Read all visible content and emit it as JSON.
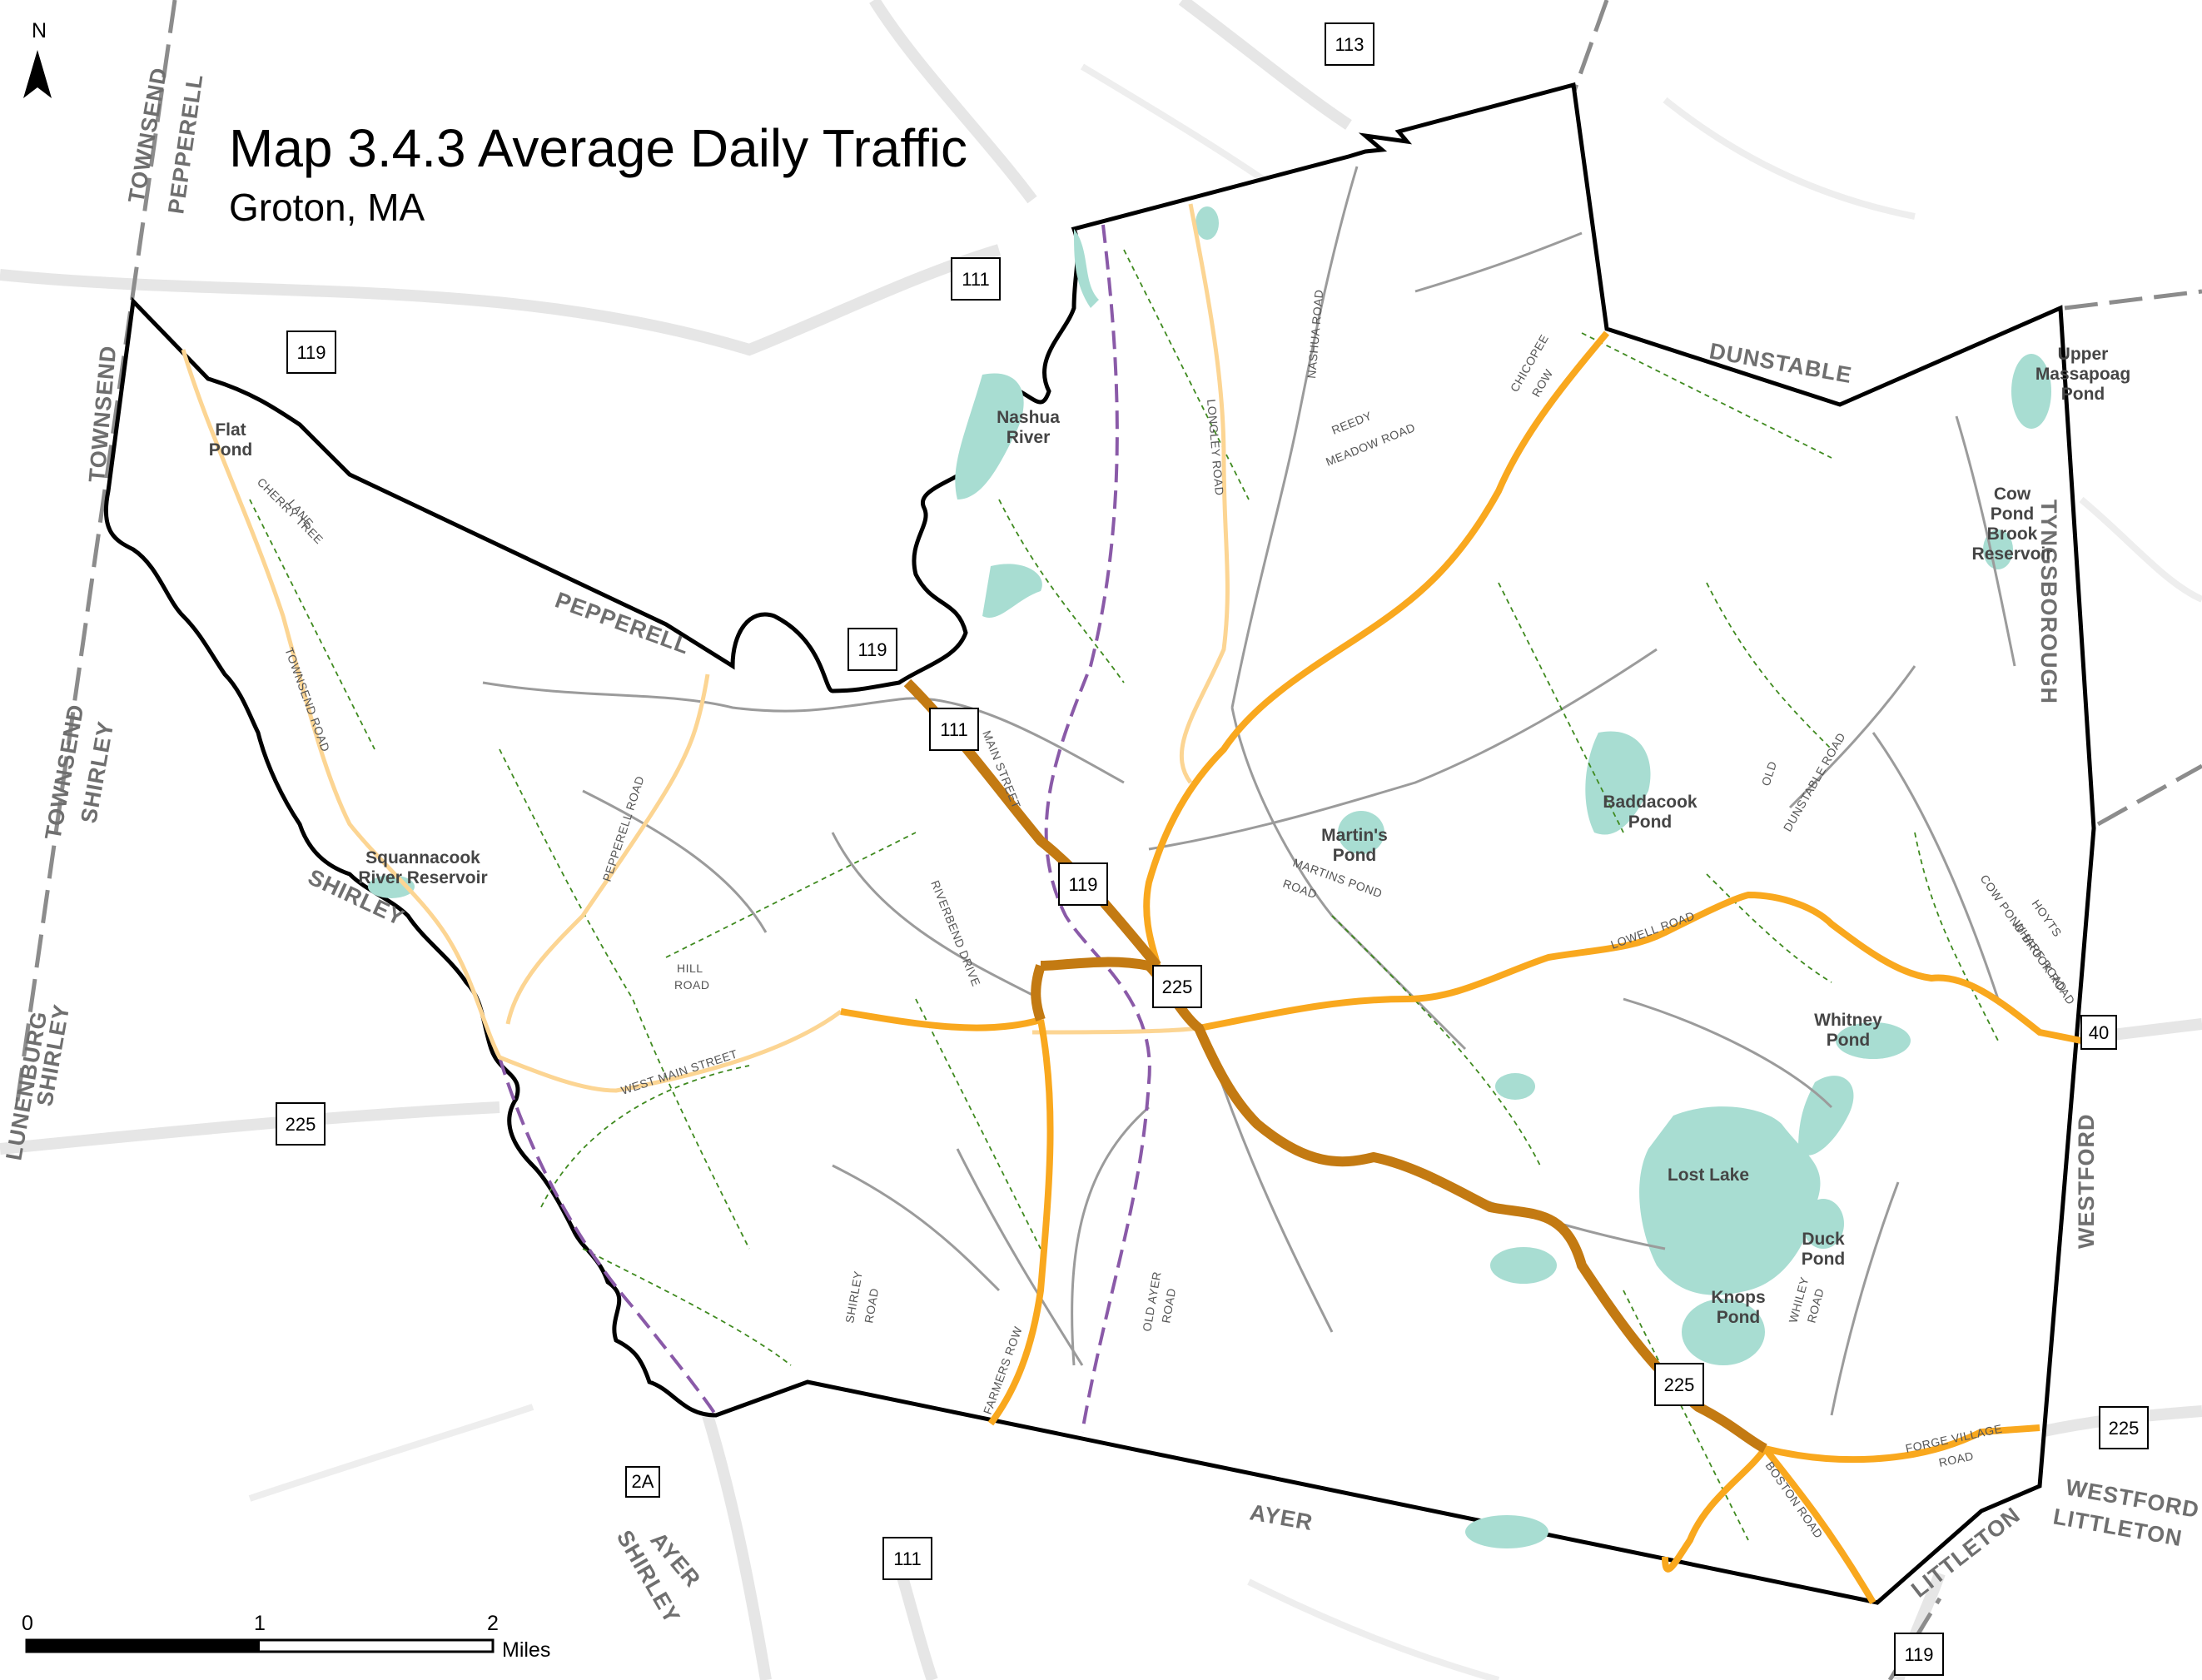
{
  "map": {
    "title": "Map 3.4.3 Average Daily Traffic",
    "subtitle": "Groton, MA",
    "north_label": "N",
    "colors": {
      "boundary": "#000000",
      "water": "#a8ddd2",
      "traffic_low": "#fcd593",
      "traffic_mid": "#f9a81e",
      "traffic_high": "#c37a12",
      "trail": "#3f8a1f",
      "rail_trail": "#8a5aa8",
      "local_road": "#9b9b9b"
    },
    "towns": [
      {
        "name": "PEPPERELL"
      },
      {
        "name": "DUNSTABLE"
      },
      {
        "name": "TYNGSBOROUGH"
      },
      {
        "name": "WESTFORD"
      },
      {
        "name": "AYER"
      },
      {
        "name": "SHIRLEY"
      },
      {
        "name": "LITTLETON"
      },
      {
        "name": "TOWNSEND"
      },
      {
        "name": "TOWNSEND"
      },
      {
        "name": "PEPPERELL"
      },
      {
        "name": "TOWNSEND"
      },
      {
        "name": "SHIRLEY"
      },
      {
        "name": "LUNENBURG"
      },
      {
        "name": "SHIRLEY"
      },
      {
        "name": "AYER"
      },
      {
        "name": "SHIRLEY"
      },
      {
        "name": "WESTFORD"
      },
      {
        "name": "LITTLETON"
      }
    ],
    "water_labels": [
      {
        "lines": [
          "Flat",
          "Pond"
        ]
      },
      {
        "lines": [
          "Nashua",
          "River"
        ]
      },
      {
        "lines": [
          "Squannacook",
          "River Reservoir"
        ]
      },
      {
        "lines": [
          "Martin's",
          "Pond"
        ]
      },
      {
        "lines": [
          "Baddacook",
          "Pond"
        ]
      },
      {
        "lines": [
          "Upper",
          "Massapoag",
          "Pond"
        ]
      },
      {
        "lines": [
          "Cow",
          "Pond",
          "Brook",
          "Reservoir"
        ]
      },
      {
        "lines": [
          "Whitney",
          "Pond"
        ]
      },
      {
        "lines": [
          "Lost Lake"
        ]
      },
      {
        "lines": [
          "Duck",
          "Pond"
        ]
      },
      {
        "lines": [
          "Knops",
          "Pond"
        ]
      }
    ],
    "road_labels": [
      {
        "lines": [
          "CHERRY TREE",
          "LANE"
        ]
      },
      {
        "lines": [
          "TOWNSEND ROAD"
        ]
      },
      {
        "lines": [
          "PEPPERELL ROAD"
        ]
      },
      {
        "lines": [
          "HILL",
          "ROAD"
        ]
      },
      {
        "lines": [
          "WEST MAIN STREET"
        ]
      },
      {
        "lines": [
          "RIVERBEND DRIVE"
        ]
      },
      {
        "lines": [
          "MAIN STREET"
        ]
      },
      {
        "lines": [
          "LONGLEY ROAD"
        ]
      },
      {
        "lines": [
          "NASHUA ROAD"
        ]
      },
      {
        "lines": [
          "REEDY",
          "MEADOW ROAD"
        ]
      },
      {
        "lines": [
          "CHICOPEE",
          "ROW"
        ]
      },
      {
        "lines": [
          "MARTINS POND",
          "ROAD"
        ]
      },
      {
        "lines": [
          "LOWELL ROAD"
        ]
      },
      {
        "lines": [
          "OLD",
          "DUNSTABLE ROAD"
        ]
      },
      {
        "lines": [
          "COW POND BROOK ROAD"
        ]
      },
      {
        "lines": [
          "HOYTS",
          "WHARF ROAD"
        ]
      },
      {
        "lines": [
          "SHIRLEY",
          "ROAD"
        ]
      },
      {
        "lines": [
          "FARMERS ROW"
        ]
      },
      {
        "lines": [
          "OLD AYER",
          "ROAD"
        ]
      },
      {
        "lines": [
          "WHILEY",
          "ROAD"
        ]
      },
      {
        "lines": [
          "FORGE VILLAGE",
          "ROAD"
        ]
      },
      {
        "lines": [
          "BOSTON ROAD"
        ]
      }
    ],
    "shields": [
      "113",
      "111",
      "119",
      "119",
      "111",
      "119",
      "225",
      "225",
      "225",
      "40",
      "225",
      "2A",
      "111",
      "119"
    ],
    "scale": {
      "ticks": [
        "0",
        "1",
        "2"
      ],
      "unit": "Miles"
    }
  }
}
